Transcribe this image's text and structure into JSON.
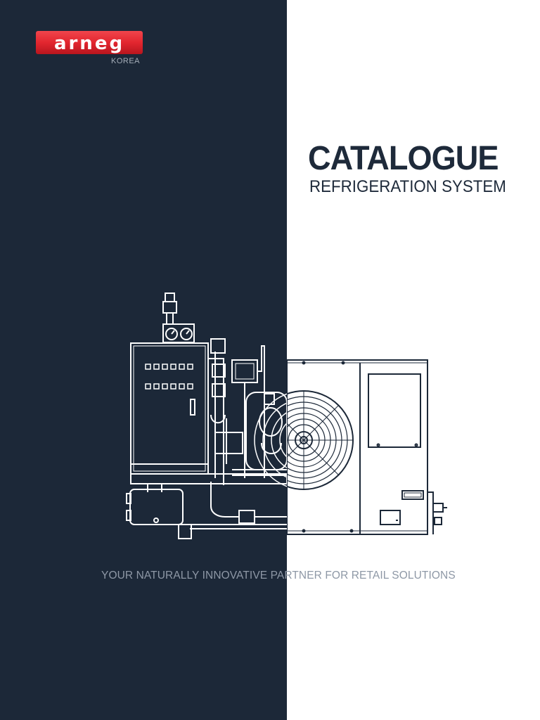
{
  "brand": {
    "logo_text": "arneg",
    "region": "KOREA",
    "logo_color": "#e3262f"
  },
  "cover": {
    "title": "CATALOGUE",
    "subtitle": "REFRIGERATION SYSTEM",
    "tagline": "YOUR NATURALLY INNOVATIVE PARTNER FOR RETAIL SOLUTIONS"
  },
  "colors": {
    "dark_panel": "#1c2838",
    "light_panel": "#ffffff",
    "title": "#1e2a3a"
  },
  "illustration": {
    "left_unit": "condensing unit line drawing",
    "right_unit": "outdoor fan unit line drawing"
  }
}
